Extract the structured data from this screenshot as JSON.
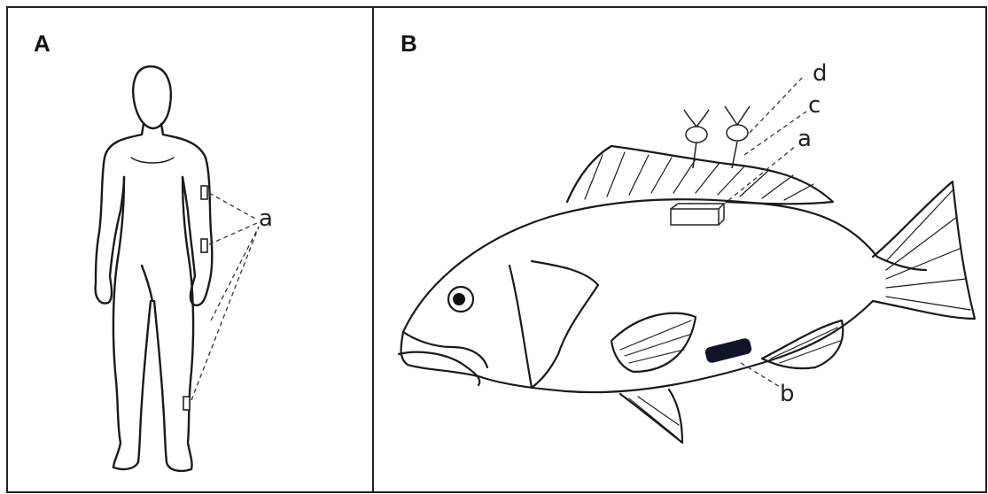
{
  "panels": [
    {
      "label": "A",
      "callouts": [
        "a"
      ]
    },
    {
      "label": "B",
      "callouts": [
        "d",
        "c",
        "a",
        "b"
      ]
    }
  ]
}
